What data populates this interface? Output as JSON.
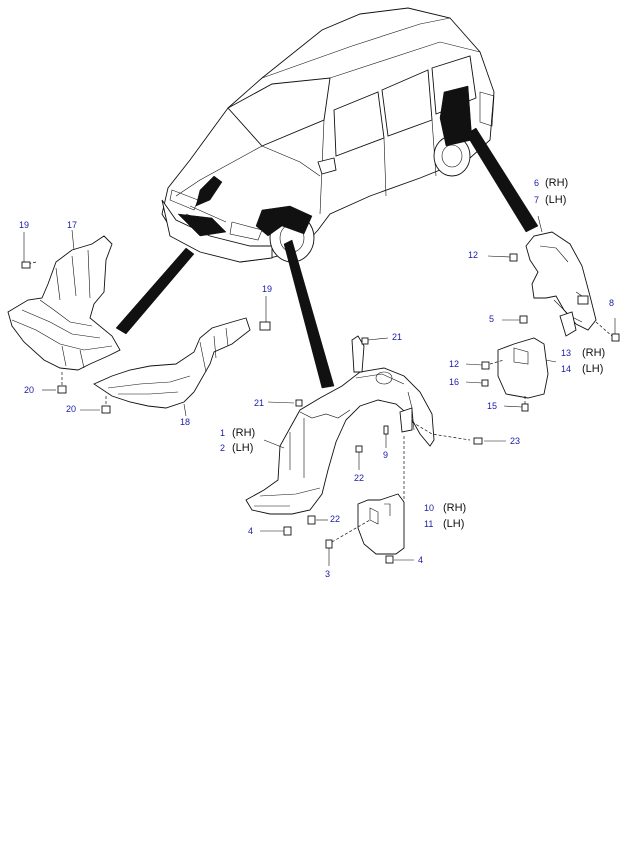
{
  "callouts": {
    "c19a": "19",
    "c17": "17",
    "c19b": "19",
    "c20a": "20",
    "c20b": "20",
    "c18": "18",
    "c21a": "21",
    "c21b": "21",
    "c1": "1",
    "c2": "2",
    "c9": "9",
    "c22a": "22",
    "c22b": "22",
    "c4a": "4",
    "c4b": "4",
    "c3": "3",
    "c10": "10",
    "c11": "11",
    "c23": "23",
    "c6": "6",
    "c7": "7",
    "c12a": "12",
    "c12b": "12",
    "c8": "8",
    "c5": "5",
    "c13": "13",
    "c14": "14",
    "c16": "16",
    "c15": "15"
  },
  "sides": {
    "rh": "(RH)",
    "lh": "(LH)"
  },
  "colors": {
    "callout": "#1a1aa6",
    "line": "#111111",
    "background": "#ffffff"
  }
}
